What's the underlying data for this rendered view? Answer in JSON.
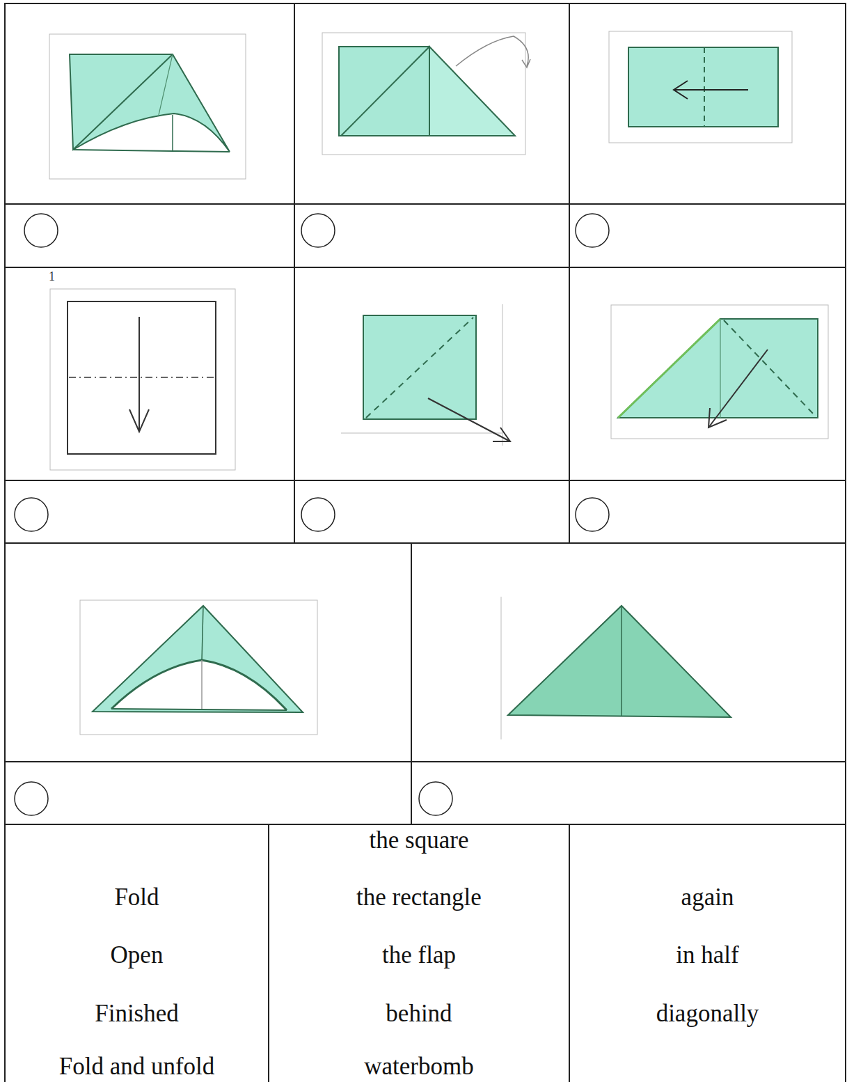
{
  "diagram": {
    "nodes": [
      {
        "text": [
          "Fold",
          "Open",
          "Finished",
          "Fold and unfold"
        ]
      },
      {
        "text": [
          "the square",
          "the rectangle",
          "the flap",
          "behind",
          "waterbomb"
        ]
      },
      {
        "text": [
          "again",
          "in half",
          "diagonally"
        ]
      }
    ],
    "labels": [
      "1"
    ]
  }
}
